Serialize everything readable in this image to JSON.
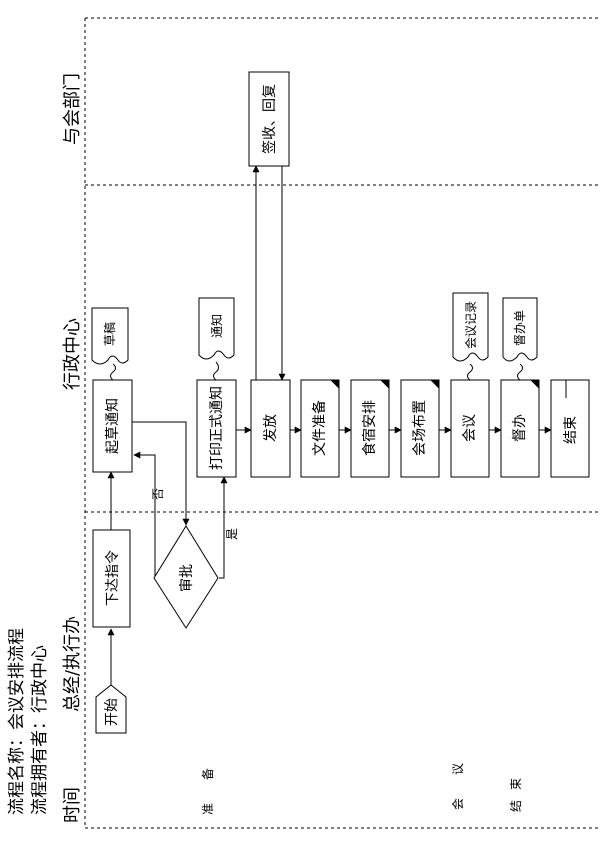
{
  "header": {
    "process_name": "流程名称：会议安排流程",
    "process_owner": "流程拥有者：行政中心"
  },
  "lanes": {
    "time": "时间",
    "exec_office": "总经/执行办",
    "admin_center": "行政中心",
    "participants": "与会部门"
  },
  "phases": {
    "prep_1": "准",
    "prep_2": "备",
    "meeting_1": "会",
    "meeting_2": "议",
    "end_1": "结",
    "end_2": "束"
  },
  "nodes": {
    "start": "开始",
    "issue_order": "下达指令",
    "review": "审批",
    "draft_notice": "起草通知",
    "draft_doc": "草稿",
    "print_notice": "打印正式通知",
    "notice_doc": "通知",
    "distribute": "发放",
    "sign_reply": "签收、回复",
    "file_prep": "文件准备",
    "board_arrange": "食宿安排",
    "venue_setup": "会场布置",
    "meeting": "会议",
    "minutes_doc": "会议记录",
    "supervise": "督办",
    "supervise_doc": "督办单",
    "end": "结束"
  },
  "edge_labels": {
    "no": "否",
    "yes": "是"
  }
}
